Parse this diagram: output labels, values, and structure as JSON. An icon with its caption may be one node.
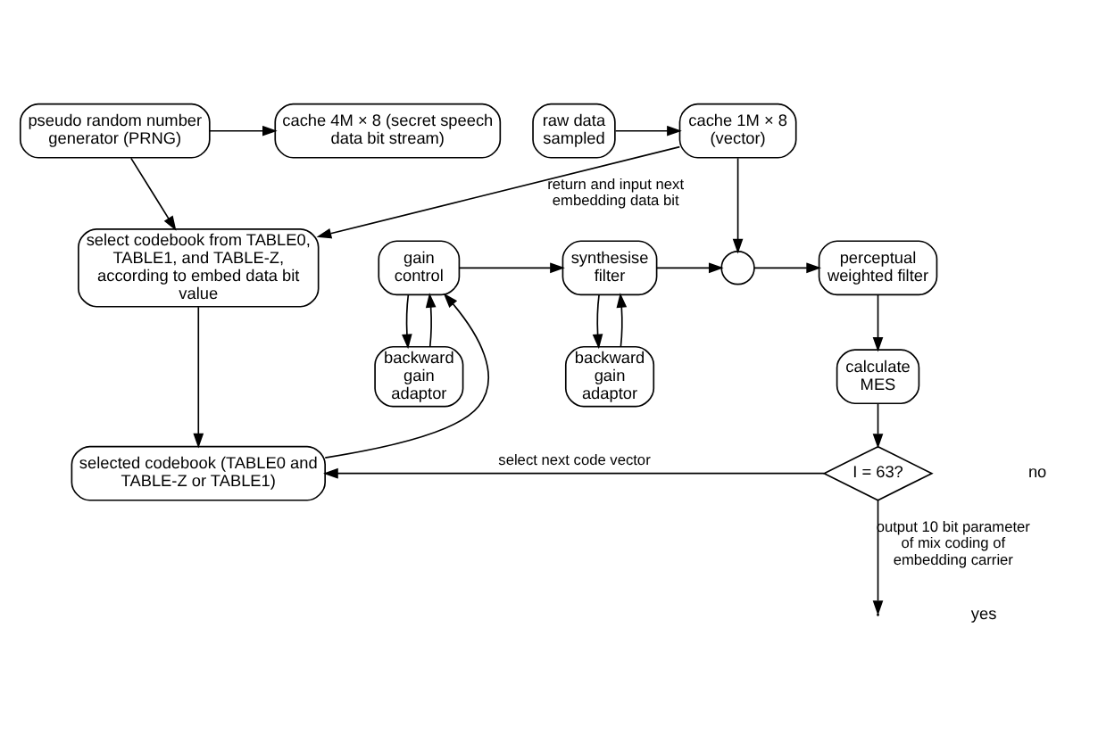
{
  "diagram": {
    "nodes": [
      {
        "text": [
          "pseudo random number generator (PRNG)"
        ]
      },
      {
        "text": [
          "cache 4M × 8 (secret speech data bit stream)"
        ]
      },
      {
        "text": [
          "cache 1M × 8 (vector)"
        ]
      },
      {
        "text": [
          "raw data sampled"
        ]
      },
      {
        "text": [
          "select codebook from TABLE0, TABLE1, and TABLE-Z, according to embed data bit value"
        ]
      },
      {
        "text": [
          "gain control"
        ]
      },
      {
        "text": [
          "synthesise filter"
        ]
      },
      {
        "text": [],
        "shape": "circle"
      },
      {
        "text": [
          "perceptual weighted filter"
        ]
      },
      {
        "text": [
          "backward gain adaptor"
        ]
      },
      {
        "text": [
          "backward gain adaptor"
        ]
      },
      {
        "text": [
          "calculate MES"
        ]
      },
      {
        "text": [
          "selected codebook (TABLE0 and TABLE-Z or TABLE1)"
        ]
      },
      {
        "text": [
          "I = 63?"
        ]
      }
    ],
    "edges": [
      {
        "from": 0,
        "to": 1,
        "arrow": "to"
      },
      {
        "from": 3,
        "to": 2,
        "arrow": "to"
      },
      {
        "from": 0,
        "to": 4,
        "arrow": "to"
      },
      {
        "from": 2,
        "to": 4,
        "arrow": "to",
        "label": "return and input next embedding data bit"
      },
      {
        "from": 2,
        "to": 7,
        "arrow": "to"
      },
      {
        "from": 4,
        "to": 12,
        "arrow": "to"
      },
      {
        "from": 12,
        "to": 5,
        "arrow": "to"
      },
      {
        "from": 5,
        "to": 6,
        "arrow": "to"
      },
      {
        "from": 5,
        "to": 9,
        "arrow": "to"
      },
      {
        "from": 9,
        "to": 5,
        "arrow": "to"
      },
      {
        "from": 6,
        "to": 7,
        "arrow": "to"
      },
      {
        "from": 6,
        "to": 10,
        "arrow": "to"
      },
      {
        "from": 10,
        "to": 6,
        "arrow": "to"
      },
      {
        "from": 7,
        "to": 8,
        "arrow": "to"
      },
      {
        "from": 8,
        "to": 11,
        "arrow": "to"
      },
      {
        "from": 11,
        "to": 13,
        "arrow": "to"
      },
      {
        "from": 13,
        "to": 12,
        "arrow": "to",
        "label": "select next code vector"
      },
      {
        "from": 13,
        "to": null,
        "arrow": "to",
        "label": "output 10 bit parameter of mix coding of embedding carrier"
      }
    ],
    "labels": [
      "no",
      "yes"
    ]
  }
}
